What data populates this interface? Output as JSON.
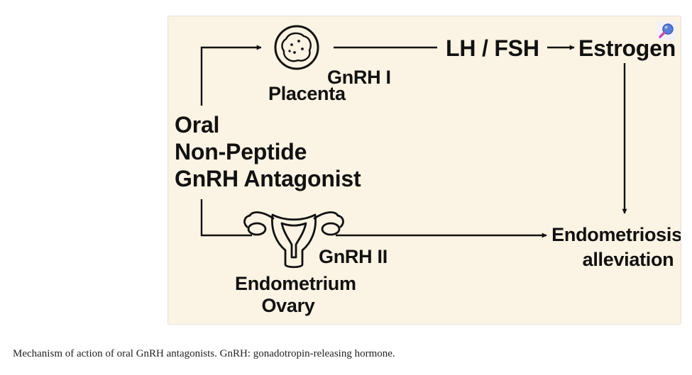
{
  "figure": {
    "nodes": {
      "oral_line1": "Oral",
      "oral_line2": "Non-Peptide",
      "oral_line3": "GnRH Antagonist",
      "placenta": "Placenta",
      "gnrh1": "GnRH I",
      "lh_fsh": "LH / FSH",
      "estrogen": "Estrogen",
      "gnrh2": "GnRH II",
      "endometrium": "Endometrium",
      "ovary": "Ovary",
      "endometriosis": "Endometriosis",
      "alleviation": "alleviation"
    },
    "icons": {
      "placenta": "placenta-icon",
      "uterus": "uterus-icon",
      "zoom": "magnifier-icon"
    },
    "colors": {
      "panel_background": "#fbf3e3",
      "stroke": "#111111",
      "zoom_icon": "#5b7fd6"
    }
  },
  "caption": "Mechanism of action of oral GnRH antagonists. GnRH: gonadotropin-releasing hormone."
}
